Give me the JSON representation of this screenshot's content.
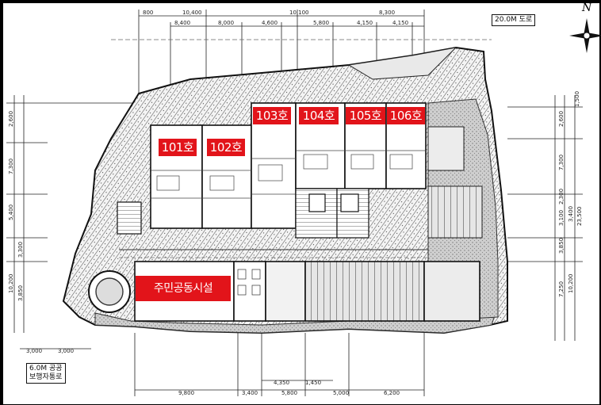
{
  "units": {
    "u101": "101호",
    "u102": "102호",
    "u103": "103호",
    "u104": "104호",
    "u105": "105호",
    "u106": "106호"
  },
  "facility": "주민공동시설",
  "roads": {
    "top": "20.0M 도로",
    "bottom_line1": "6.0M 공공",
    "bottom_line2": "보행자통로"
  },
  "north_mark": "N",
  "dims": {
    "top_outer": [
      "800",
      "10,400",
      "10,100",
      "8,300"
    ],
    "top_inner": [
      "8,400",
      "8,000",
      "4,600",
      "5,800",
      "4,150",
      "4,150"
    ],
    "bottom_outer": [
      "9,800",
      "3,400",
      "5,800",
      "5,000",
      "6,200"
    ],
    "bottom_inner": [
      "4,350",
      "1,450"
    ],
    "left_bottom": [
      "3,000",
      "3,000"
    ],
    "left_vertical": [
      "2,600",
      "7,300",
      "5,400",
      "3,300",
      "10,200",
      "3,850"
    ],
    "right_vertical": [
      "1,500",
      "2,600",
      "7,300",
      "2,300",
      "3,100",
      "3,400",
      "3,850",
      "23,500",
      "7,250",
      "10,200"
    ]
  },
  "colors": {
    "unit_red": "#e2141a",
    "paper": "#ffffff",
    "ink": "#111111"
  }
}
